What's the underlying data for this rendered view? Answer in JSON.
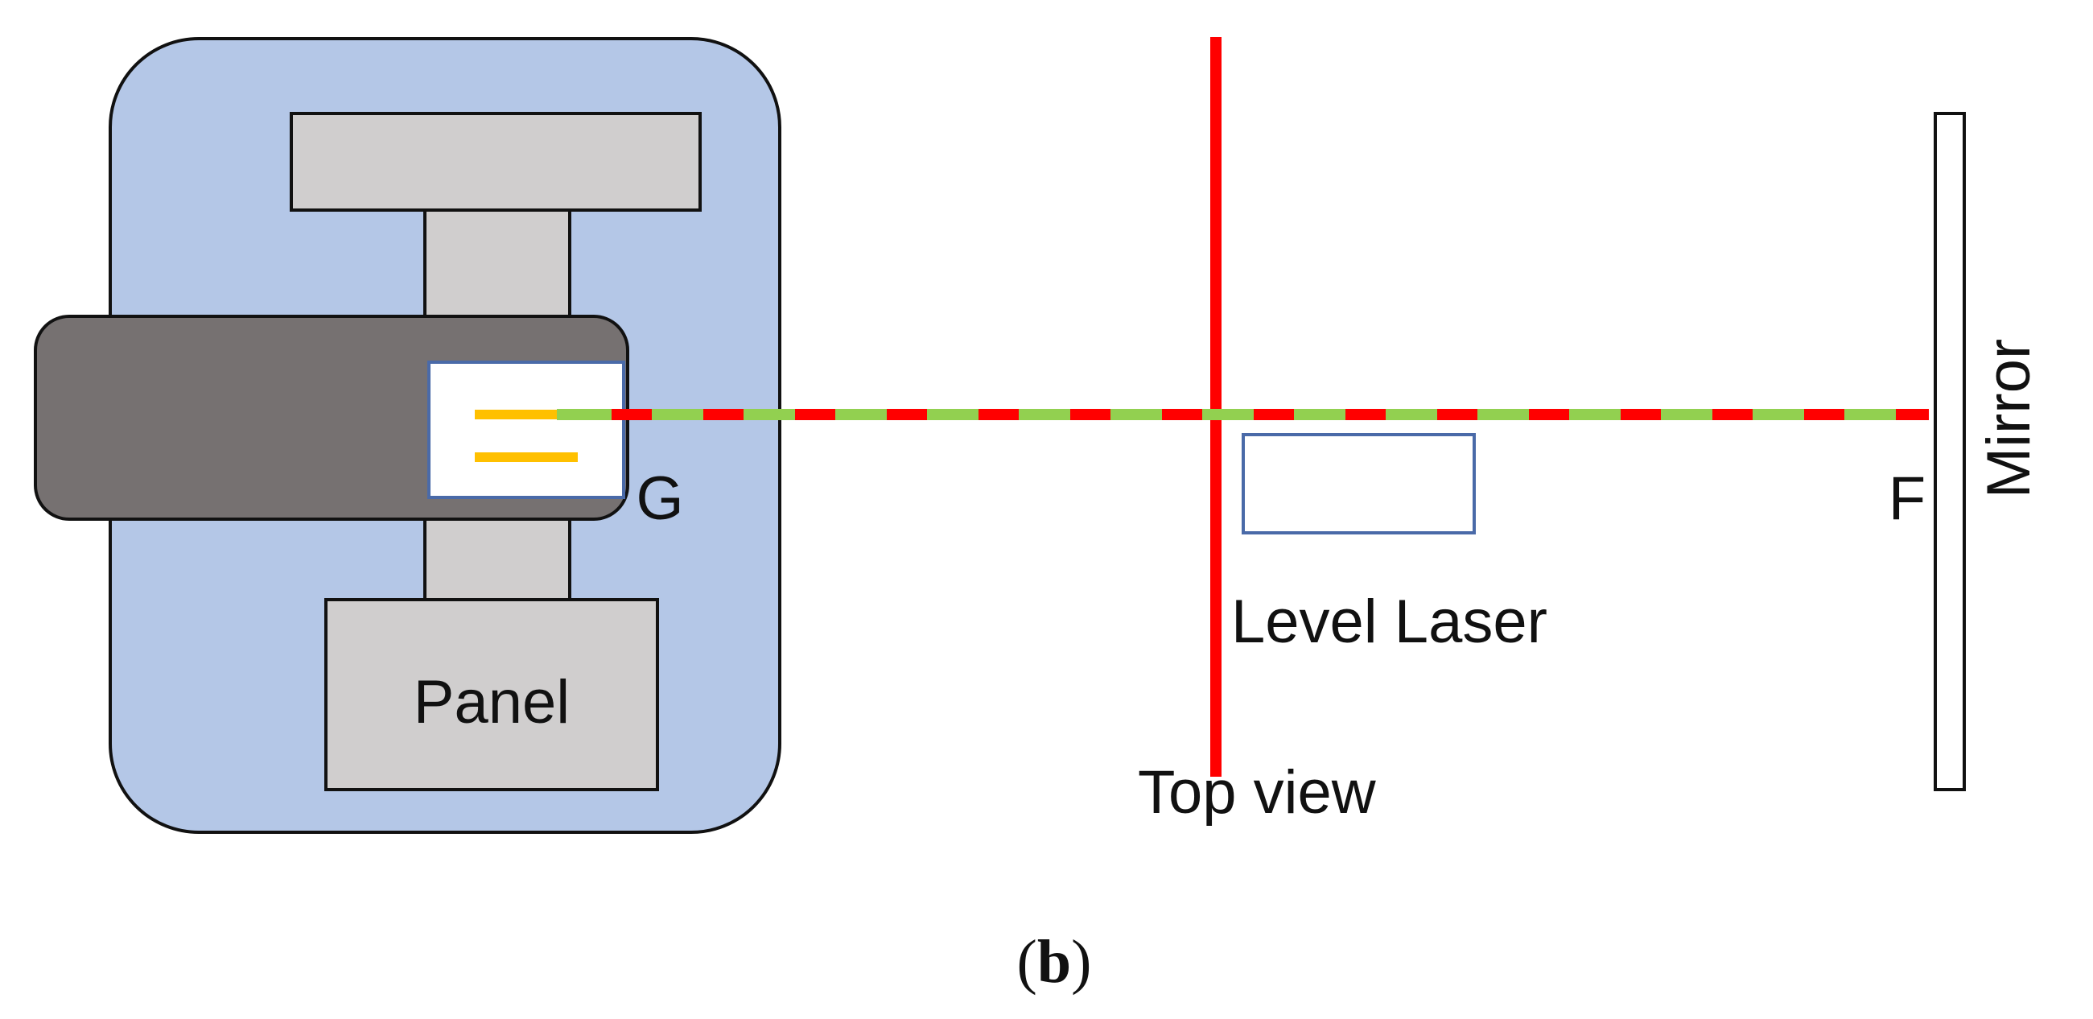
{
  "labels": {
    "panel": "Panel",
    "g": "G",
    "level_laser": "Level Laser",
    "top_view": "Top view",
    "f": "F",
    "mirror": "Mirror",
    "caption_open": "(",
    "caption_letter": "b",
    "caption_close": ")"
  },
  "colors": {
    "background": "#ffffff",
    "machine_body": "#b4c7e7",
    "gray_parts": "#d0cece",
    "arm": "#767171",
    "sensor_box_border": "#4a6aa8",
    "yellow_marks": "#ffc000",
    "green_beam": "#92d050",
    "red_laser": "#ff0000",
    "outline": "#111111"
  }
}
